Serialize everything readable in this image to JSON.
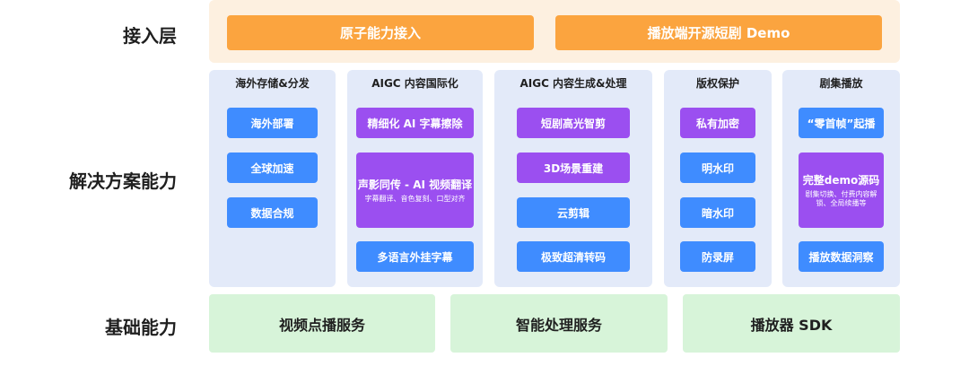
{
  "rows": {
    "access": "接入层",
    "solution": "解决方案能力",
    "base": "基础能力"
  },
  "access": {
    "left": "原子能力接入",
    "right": "播放端开源短剧 Demo"
  },
  "columns": [
    {
      "title": "海外存储&分发",
      "items": [
        {
          "label": "海外部署"
        },
        {
          "label": "全球加速"
        },
        {
          "label": "数据合规"
        }
      ]
    },
    {
      "title": "AIGC 内容国际化",
      "items": [
        {
          "label": "精细化 AI 字幕擦除"
        },
        {
          "label": "声影同传 - AI 视频翻译",
          "sub": "字幕翻译、音色复刻、口型对齐"
        },
        {
          "label": "多语言外挂字幕"
        }
      ]
    },
    {
      "title": "AIGC 内容生成&处理",
      "items": [
        {
          "label": "短剧高光智剪"
        },
        {
          "label": "3D场景重建"
        },
        {
          "label": "云剪辑"
        },
        {
          "label": "极致超清转码"
        }
      ]
    },
    {
      "title": "版权保护",
      "items": [
        {
          "label": "私有加密"
        },
        {
          "label": "明水印"
        },
        {
          "label": "暗水印"
        },
        {
          "label": "防录屏"
        }
      ]
    },
    {
      "title": "剧集播放",
      "items": [
        {
          "label": "“零首帧”起播"
        },
        {
          "label": "完整demo源码",
          "sub": "剧集切换、付费内容解锁、全局续播等"
        },
        {
          "label": "播放数据洞察"
        }
      ]
    }
  ],
  "base": [
    "视频点播服务",
    "智能处理服务",
    "播放器 SDK"
  ],
  "colors": {
    "orange": "#fba43f",
    "blue": "#3f8cff",
    "purple": "#9b4ff0",
    "green": "#d7f4d9",
    "panel": "#e3eaf9",
    "access_band": "#fdf0e0"
  }
}
